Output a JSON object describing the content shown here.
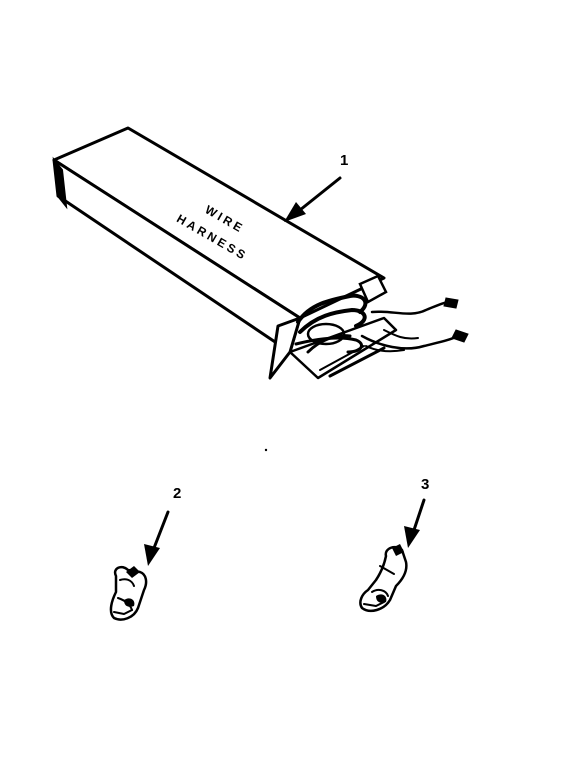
{
  "diagram": {
    "box_label_line1": "WIRE",
    "box_label_line2": "HARNESS",
    "callouts": [
      {
        "id": "1",
        "text": "1"
      },
      {
        "id": "2",
        "text": "2"
      },
      {
        "id": "3",
        "text": "3"
      }
    ]
  }
}
